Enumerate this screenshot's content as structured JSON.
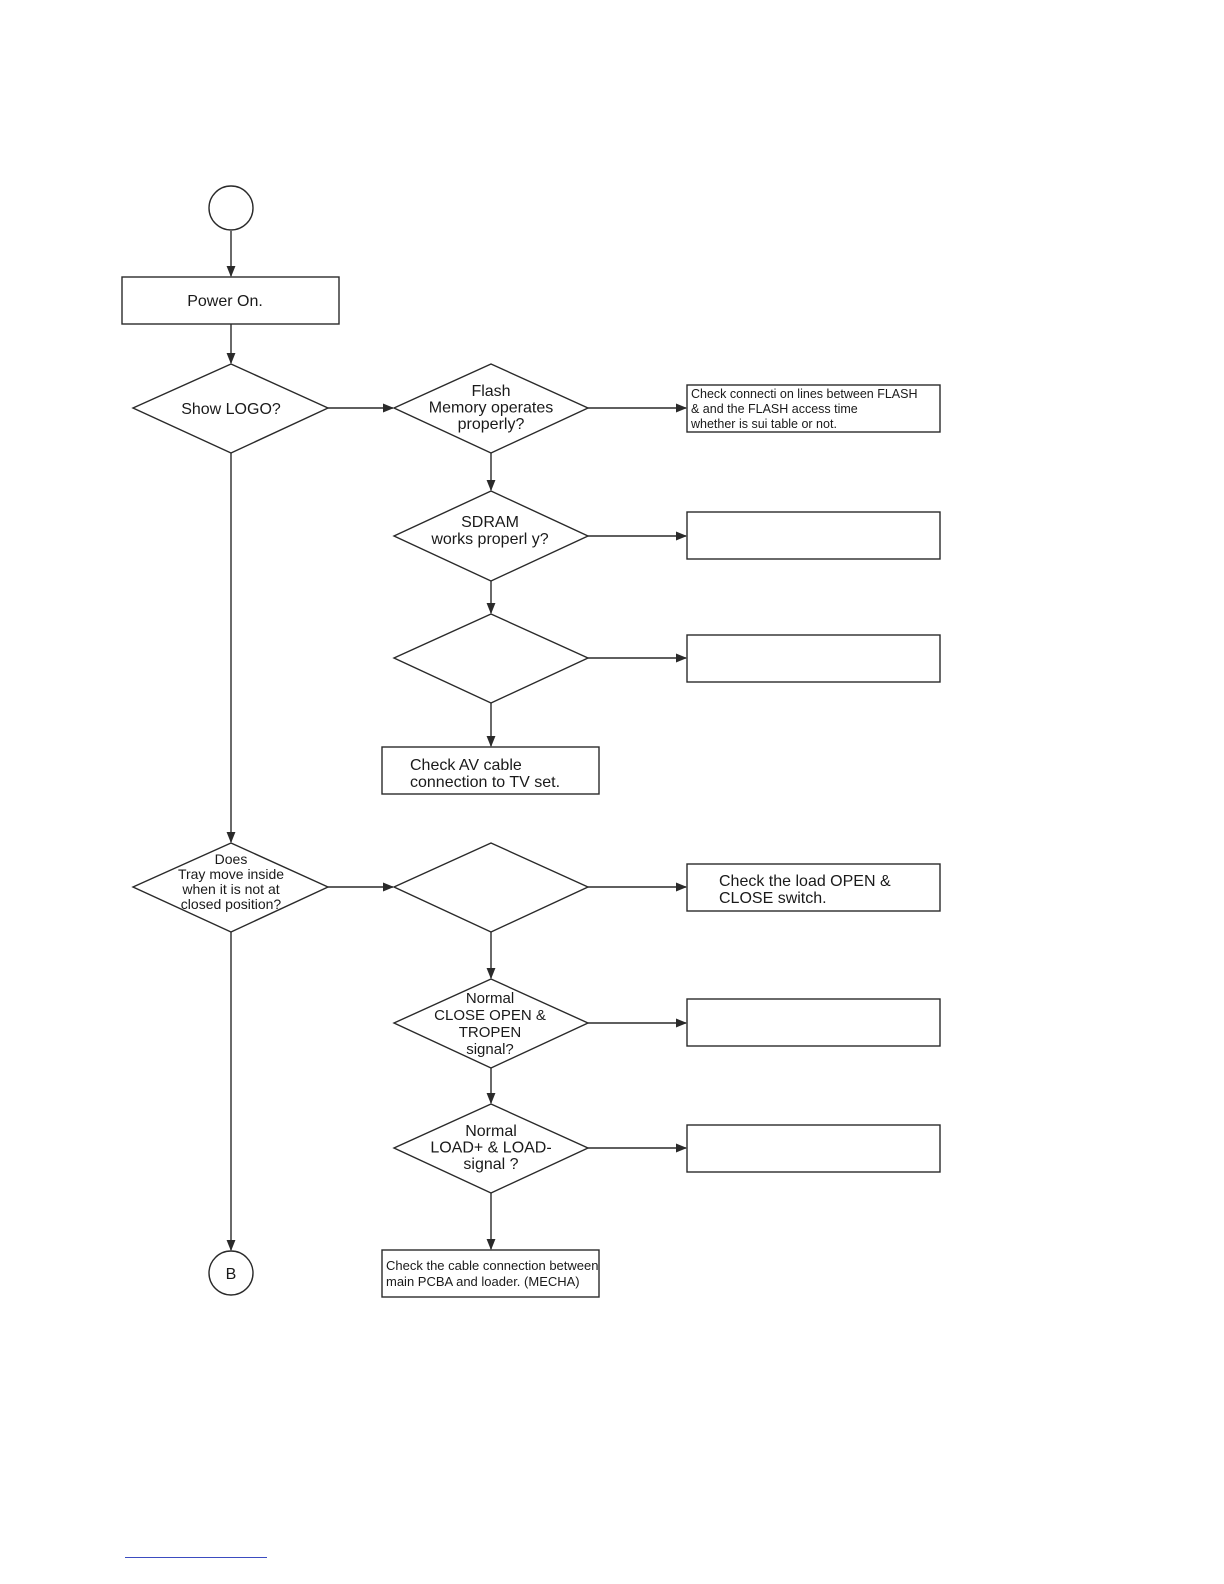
{
  "connectors": {
    "start": "",
    "end": "B"
  },
  "boxes": {
    "power_on": [
      "Power On."
    ],
    "flash_check": [
      "Check connecti on lines between FLASH",
      "&            and the FLASH access time",
      "whether is sui table or not."
    ],
    "sdram_action": [],
    "blank_action": [],
    "av_cable": [
      "Check AV cable",
      "connection to TV set."
    ],
    "load_switch": [
      "Check the load OPEN &",
      "CLOSE switch."
    ],
    "close_open_action": [],
    "load_signal_action": [],
    "mecha_cable": [
      "Check the cable connection between",
      "main PCBA and loader. (MECHA)"
    ]
  },
  "decisions": {
    "show_logo": [
      "Show LOGO?"
    ],
    "flash_memory": [
      "Flash",
      "Memory operates",
      "properly?"
    ],
    "sdram": [
      "SDRAM",
      "works properl y?"
    ],
    "blank_decision_1": [],
    "tray_move": [
      "Does",
      "Tray move inside",
      "when it is not at",
      "closed position?"
    ],
    "blank_decision_2": [],
    "close_open_signal": [
      "Normal",
      "CLOSE OPEN &",
      "TROPEN",
      "signal?"
    ],
    "load_signal": [
      "Normal",
      "LOAD+ & LOAD-",
      "signal ?"
    ]
  }
}
